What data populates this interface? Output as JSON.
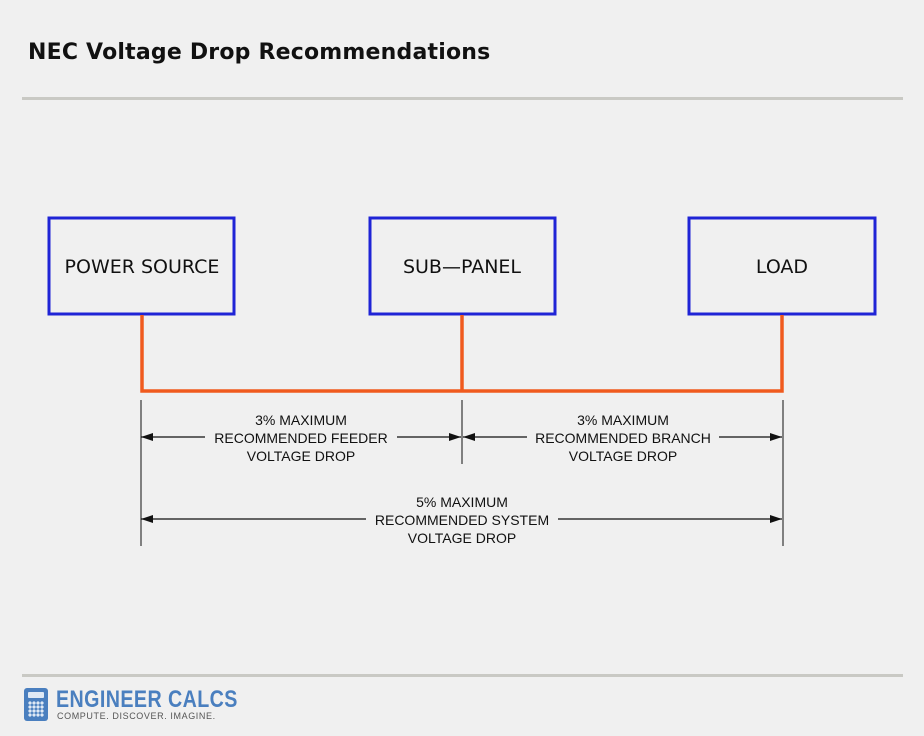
{
  "title": "NEC Voltage Drop Recommendations",
  "boxes": {
    "source": "POWER SOURCE",
    "subpanel": "SUB—PANEL",
    "load": "LOAD"
  },
  "dimensions": {
    "feeder": [
      "3% MAXIMUM",
      "RECOMMENDED FEEDER",
      "VOLTAGE DROP"
    ],
    "branch": [
      "3% MAXIMUM",
      "RECOMMENDED BRANCH",
      "VOLTAGE DROP"
    ],
    "system": [
      "5% MAXIMUM",
      "RECOMMENDED SYSTEM",
      "VOLTAGE DROP"
    ]
  },
  "colors": {
    "box_stroke": "#1f24d6",
    "wire": "#f05a1e",
    "dimension": "#111111"
  },
  "logo": {
    "name": "ENGINEER CALCS",
    "tagline": "COMPUTE. DISCOVER. IMAGINE.",
    "icon": "calculator-icon"
  }
}
